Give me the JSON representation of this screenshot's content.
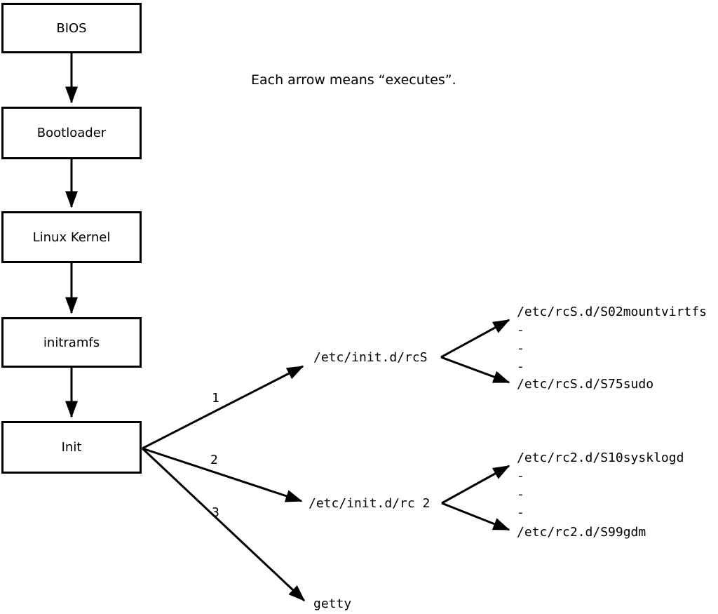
{
  "caption": "Each arrow means “executes”.",
  "boxes": [
    {
      "label": "BIOS"
    },
    {
      "label": "Bootloader"
    },
    {
      "label": "Linux Kernel"
    },
    {
      "label": "initramfs"
    },
    {
      "label": "Init"
    }
  ],
  "branches": [
    {
      "number": "1",
      "target": "/etc/init.d/rcS",
      "children": [
        "/etc/rcS.d/S02mountvirtfs",
        "-",
        "-",
        "-",
        "/etc/rcS.d/S75sudo"
      ]
    },
    {
      "number": "2",
      "target": "/etc/init.d/rc 2",
      "children": [
        "/etc/rc2.d/S10sysklogd",
        "-",
        "-",
        "-",
        "/etc/rc2.d/S99gdm"
      ]
    },
    {
      "number": "3",
      "target": "getty"
    }
  ]
}
